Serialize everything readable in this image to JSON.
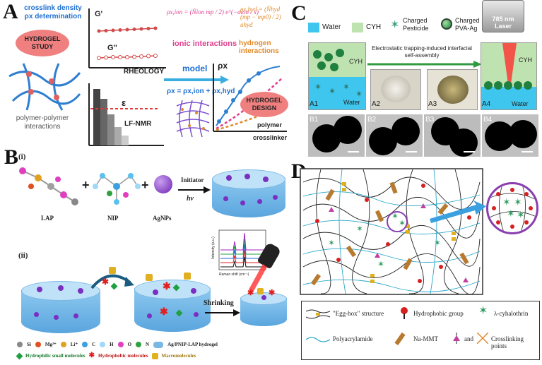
{
  "panels": {
    "a": {
      "letter": "A",
      "crosslink_title": "crosslink density ρx determination",
      "hydrogel_study": "HYDROGEL STUDY",
      "polymer_text": "polymer-polymer interactions",
      "g_prime": "G'",
      "g_double": "G''",
      "rheology": "RHEOLOGY",
      "lf_nmr": "LF-NMR",
      "epsilon": "ε",
      "ionic_label": "ionic interactions",
      "hydrogen_label": "hydrogen interactions",
      "ionic_formula": "ρx,ion = (N̄ion mp / 2) e^(−aion / x)",
      "hydrogen_formula": "ρx,hyd = (N̄hyd (mp − mp0) / 2) ahyd",
      "model": "model",
      "model_formula": "ρx = ρx,ion + ρx,hyd",
      "rho_axis": "ρx",
      "hydrogel_design": "HYDROGEL DESIGN",
      "polymer_axis": "polymer",
      "crosslinker_axis": "crosslinker"
    },
    "b": {
      "letter": "B",
      "sub_i": "(i)",
      "sub_ii": "(ii)",
      "lap": "LAP",
      "nip": "NIP",
      "agnps": "AgNPs",
      "initiator": "Initiator",
      "hv": "hν",
      "shrinking": "Shrinking",
      "raman_xlabel": "Raman shift (cm⁻¹)",
      "raman_ylabel": "Intensity (a.u.)",
      "legend_atoms": [
        "Si",
        "Mg²⁺",
        "Li⁺",
        "C",
        "H",
        "O",
        "N"
      ],
      "legend_hydrogel": "Ag/PNIP-LAP hydrogel",
      "legend_small": "Hydrophilic small molecules",
      "legend_hydrophobic": "Hydrophobic molecules",
      "legend_macro": "Macromolecules"
    },
    "c": {
      "letter": "C",
      "legend_water": "Water",
      "legend_cyh": "CYH",
      "legend_pesticide": "Charged Pesticide",
      "legend_pva": "Charged PVA-Ag",
      "laser": "785 nm Laser",
      "arrow_text": "Electrostatic trapping-induced interfacial self-assembly",
      "cyh": "CYH",
      "water": "Water",
      "a_labels": [
        "A1",
        "A2",
        "A3",
        "A4"
      ],
      "b_labels": [
        "B1",
        "B2",
        "B3",
        "B4"
      ]
    },
    "d": {
      "letter": "D",
      "legend_eggbox": "\"Egg-box\" structure",
      "legend_hydrophobic": "Hydrophobic group",
      "legend_lambda": "λ-cyhalothrin",
      "legend_polyacrylamide": "Polyacrylamide",
      "legend_namm": "Na-MMT",
      "legend_and": "and",
      "legend_crosslink": "Crosslinking points"
    }
  },
  "colors": {
    "blue": "#1f6fd1",
    "pink": "#e0408f",
    "orange": "#e08a2a",
    "salmon": "#f08080",
    "water": "#3ec6ee",
    "cyh": "#bfe3b0",
    "purple": "#8a3fb0"
  }
}
